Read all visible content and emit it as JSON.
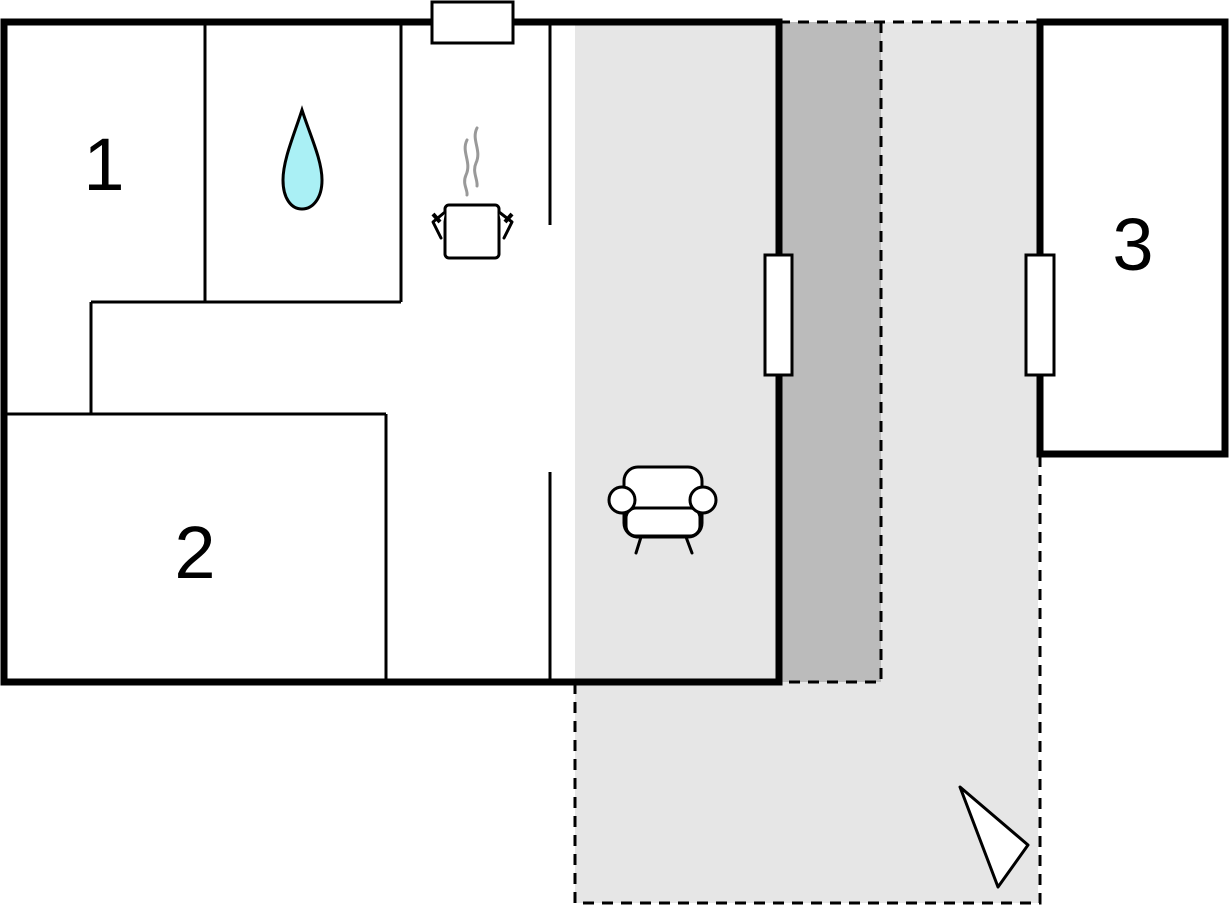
{
  "rooms": [
    {
      "number": "1"
    },
    {
      "number": "2"
    },
    {
      "number": "3"
    }
  ],
  "icons": {
    "bathroom": "water-drop-icon",
    "kitchen": "cooking-pot-icon",
    "living": "armchair-icon",
    "north": "north-arrow-icon"
  },
  "colors": {
    "covered_terrace": "#bbbbbb",
    "open_terrace": "#e6e6e6",
    "water_drop": "#aaf0f5",
    "steam": "#999999"
  }
}
